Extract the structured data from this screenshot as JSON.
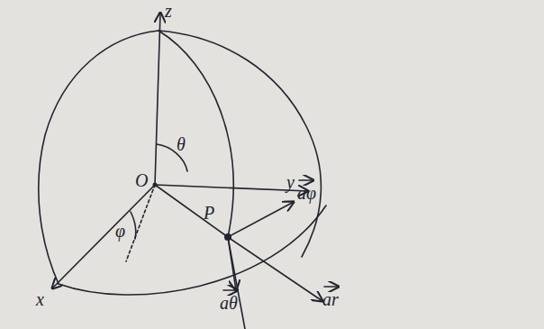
{
  "diagram": {
    "labels": [
      "z",
      "θ",
      "O",
      "P",
      "y",
      "φ",
      "x",
      "aφ",
      "aθ",
      "ar"
    ]
  }
}
